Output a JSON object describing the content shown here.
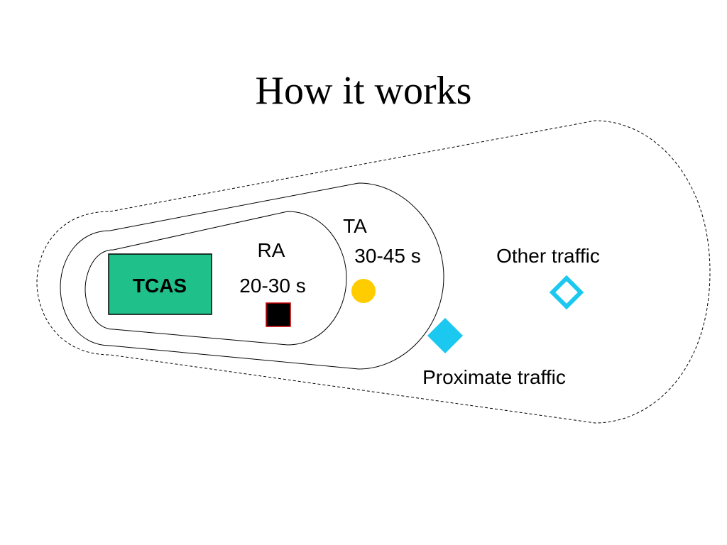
{
  "title": "How it works",
  "own_aircraft": {
    "label": "TCAS",
    "color": "#1fc08a"
  },
  "zones": {
    "ra": {
      "name": "RA",
      "time": "20-30 s"
    },
    "ta": {
      "name": "TA",
      "time": "30-45 s"
    }
  },
  "traffic": {
    "resolution_advisory": {
      "symbol": "filled-square",
      "color": "#000000",
      "border_color": "#cc0000"
    },
    "traffic_advisory": {
      "symbol": "filled-circle",
      "color": "#ffcc00"
    },
    "proximate": {
      "label": "Proximate traffic",
      "symbol": "filled-diamond",
      "color": "#1ac8f0"
    },
    "other": {
      "label": "Other traffic",
      "symbol": "hollow-diamond",
      "color": "#1ac8f0"
    }
  }
}
